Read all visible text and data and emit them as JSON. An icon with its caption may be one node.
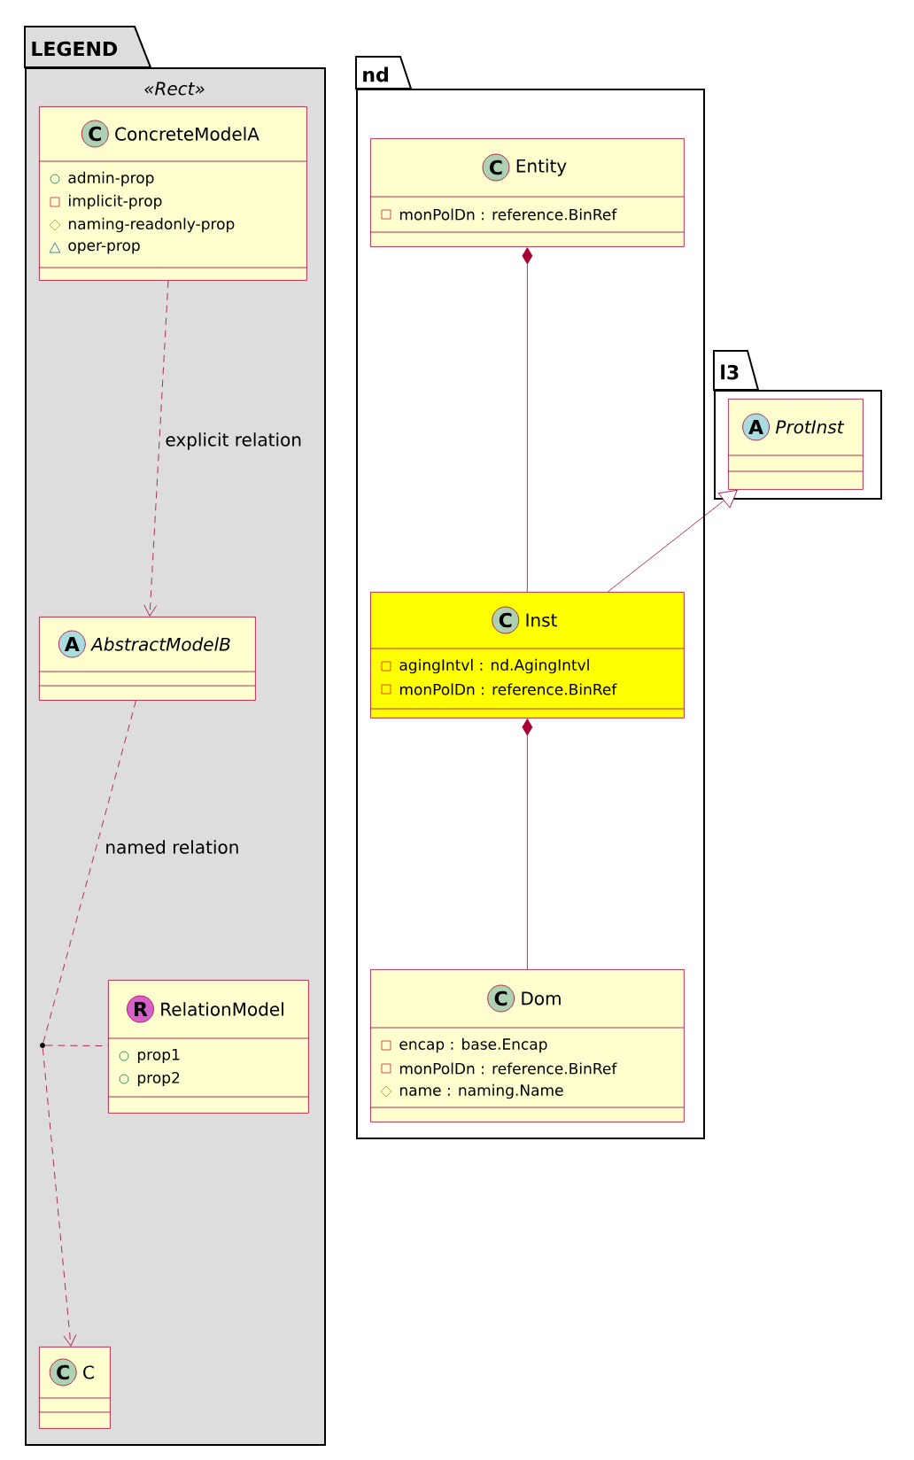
{
  "diagram": {
    "nodes": [
      {
        "text": [
          "LEGEND",
          "«Rect»"
        ]
      },
      {
        "text": [
          "C",
          "ConcreteModelA",
          "admin-prop",
          "implicit-prop",
          "naming-readonly-prop",
          "oper-prop"
        ],
        "in": 0
      },
      {
        "text": [
          "A",
          "AbstractModelB"
        ],
        "in": 0
      },
      {
        "text": [
          "R",
          "RelationModel",
          "prop1",
          "prop2"
        ],
        "in": 0
      },
      {
        "text": [],
        "shape": "circle",
        "in": 0
      },
      {
        "text": [
          "C",
          "C"
        ],
        "in": 0
      },
      {
        "text": [
          "nd"
        ]
      },
      {
        "text": [
          "C",
          "Entity",
          "monPolDn : reference.BinRef"
        ],
        "in": 6
      },
      {
        "text": [
          "C",
          "Inst",
          "agingIntvl : nd.AgingIntvl",
          "monPolDn : reference.BinRef"
        ],
        "in": 6
      },
      {
        "text": [
          "C",
          "Dom",
          "encap : base.Encap",
          "monPolDn : reference.BinRef",
          "name : naming.Name"
        ],
        "in": 6
      },
      {
        "text": [
          "l3"
        ]
      },
      {
        "text": [
          "A",
          "ProtInst"
        ],
        "in": 10
      }
    ],
    "edges": [
      {
        "from": 1,
        "to": 2,
        "arrow": "to",
        "style": "dashed",
        "label": "explicit relation"
      },
      {
        "from": 2,
        "to": 4,
        "arrow": "none",
        "style": "dashed",
        "label": "named relation"
      },
      {
        "from": 4,
        "to": 5,
        "arrow": "to",
        "style": "dashed"
      },
      {
        "from": 4,
        "to": 3,
        "arrow": "none",
        "style": "dashed"
      },
      {
        "from": 7,
        "to": 8,
        "arrow": "other"
      },
      {
        "from": 8,
        "to": 9,
        "arrow": "other"
      },
      {
        "from": 8,
        "to": 11,
        "arrow": "to"
      }
    ]
  }
}
